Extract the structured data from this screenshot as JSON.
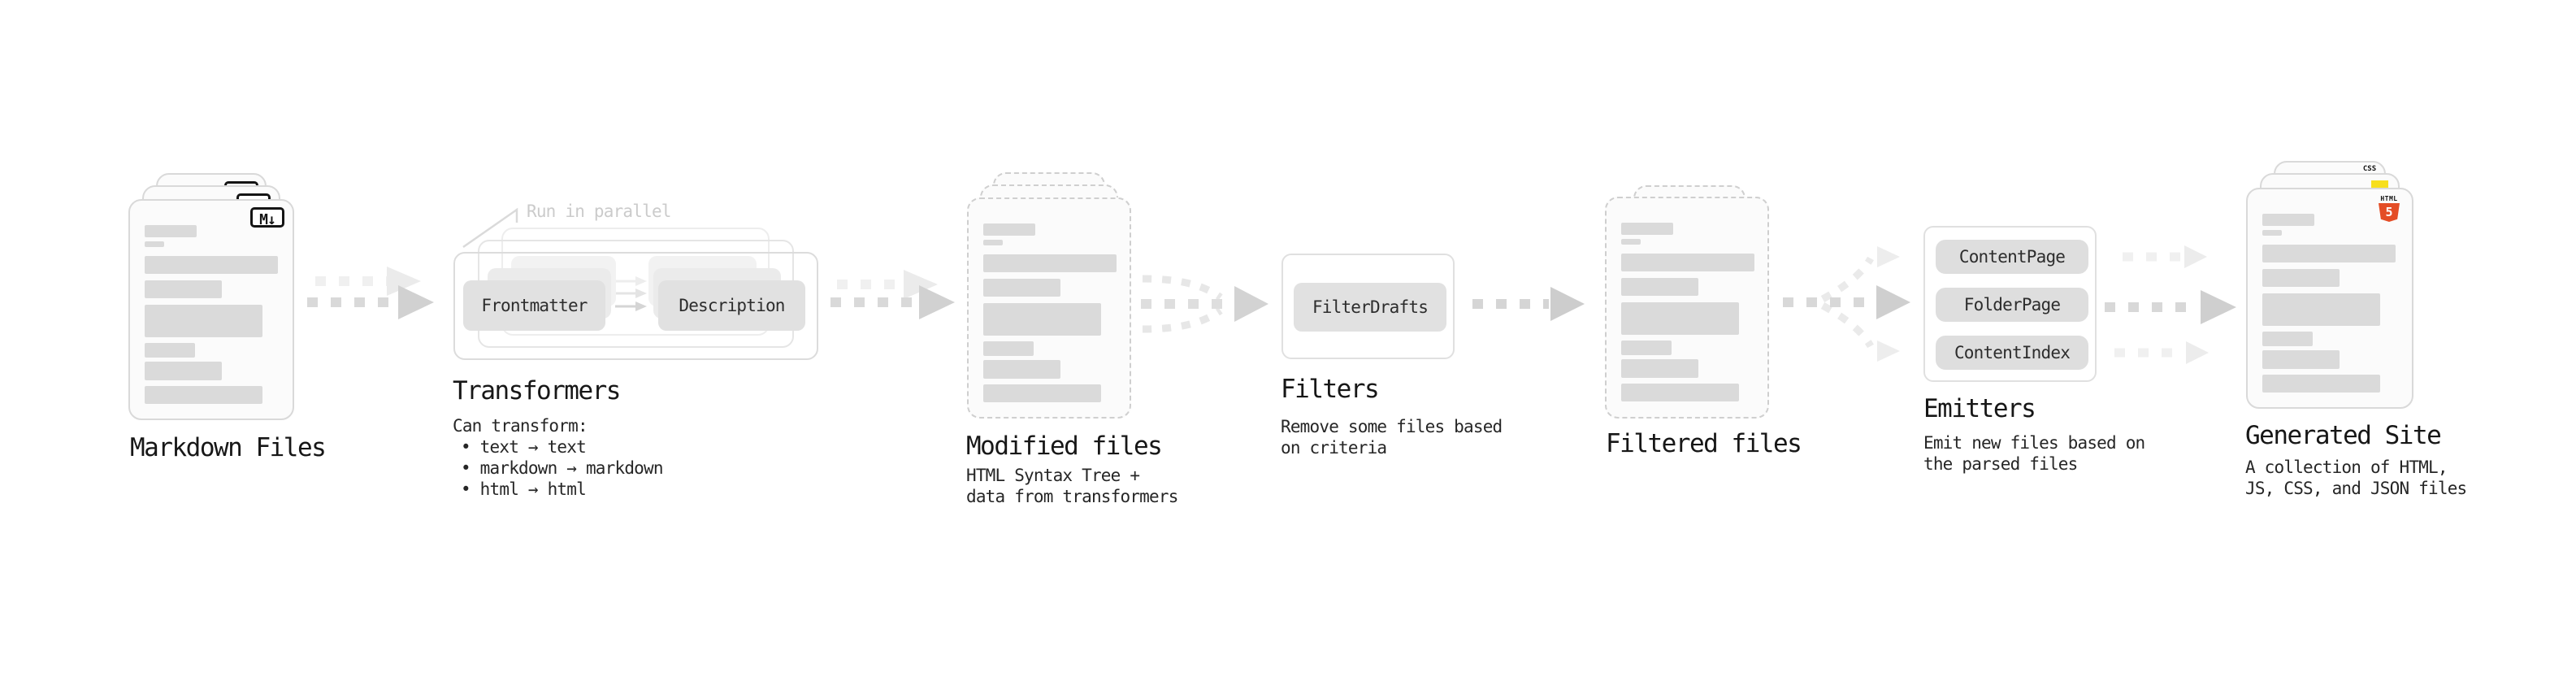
{
  "stages": {
    "markdown": {
      "title": "Markdown Files",
      "icon_label": "M↓"
    },
    "transformers": {
      "title": "Transformers",
      "annotation": "Run in parallel",
      "box1": "Frontmatter",
      "box2": "Description",
      "subtitle_intro": "Can transform:",
      "bullets": [
        "• text → text",
        "• markdown → markdown",
        "• html → html"
      ]
    },
    "modified": {
      "title": "Modified files",
      "subtitle_lines": [
        "HTML Syntax Tree +",
        "data from transformers"
      ]
    },
    "filters": {
      "title": "Filters",
      "box1": "FilterDrafts",
      "subtitle_lines": [
        "Remove some files based",
        "on criteria"
      ]
    },
    "filtered": {
      "title": "Filtered files"
    },
    "emitters": {
      "title": "Emitters",
      "boxes": [
        "ContentPage",
        "FolderPage",
        "ContentIndex"
      ],
      "subtitle_lines": [
        "Emit new files based on",
        "the parsed files"
      ]
    },
    "generated": {
      "title": "Generated Site",
      "subtitle_lines": [
        "A collection of HTML,",
        "JS, CSS, and JSON files"
      ],
      "icons": {
        "html_label": "HTML",
        "html_number": "5",
        "css_label": "CSS"
      }
    }
  },
  "colors": {
    "html5_orange": "#e44d26",
    "js_yellow": "#f7df1e",
    "css_blue": "#2965f1",
    "arrow_gray": "#d1d1d1",
    "arrow_ghost": "#ececec",
    "box_fill": "#e1e1e1",
    "bar_fill": "#dadada",
    "annotation_gray": "#cbcbcb"
  }
}
